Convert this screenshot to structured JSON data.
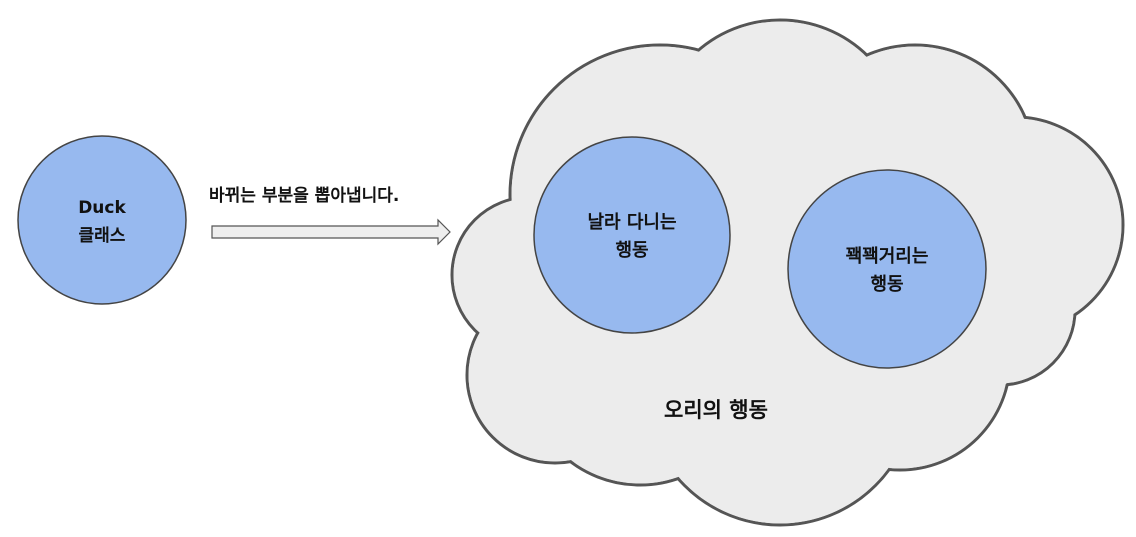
{
  "diagram": {
    "duck_class": {
      "line1": "Duck",
      "line2": "클래스"
    },
    "arrow_caption": "바뀌는 부분을 뽑아냅니다.",
    "cloud_label": "오리의 행동",
    "fly_behavior": {
      "line1": "날라 다니는",
      "line2": "행동"
    },
    "quack_behavior": {
      "line1": "꽥꽥거리는",
      "line2": "행동"
    }
  },
  "colors": {
    "circle_fill": "#97b9ef",
    "circle_stroke": "#444444",
    "cloud_fill": "#ececec",
    "cloud_stroke": "#555555",
    "arrow_fill": "#eeeeee",
    "text": "#111111"
  }
}
